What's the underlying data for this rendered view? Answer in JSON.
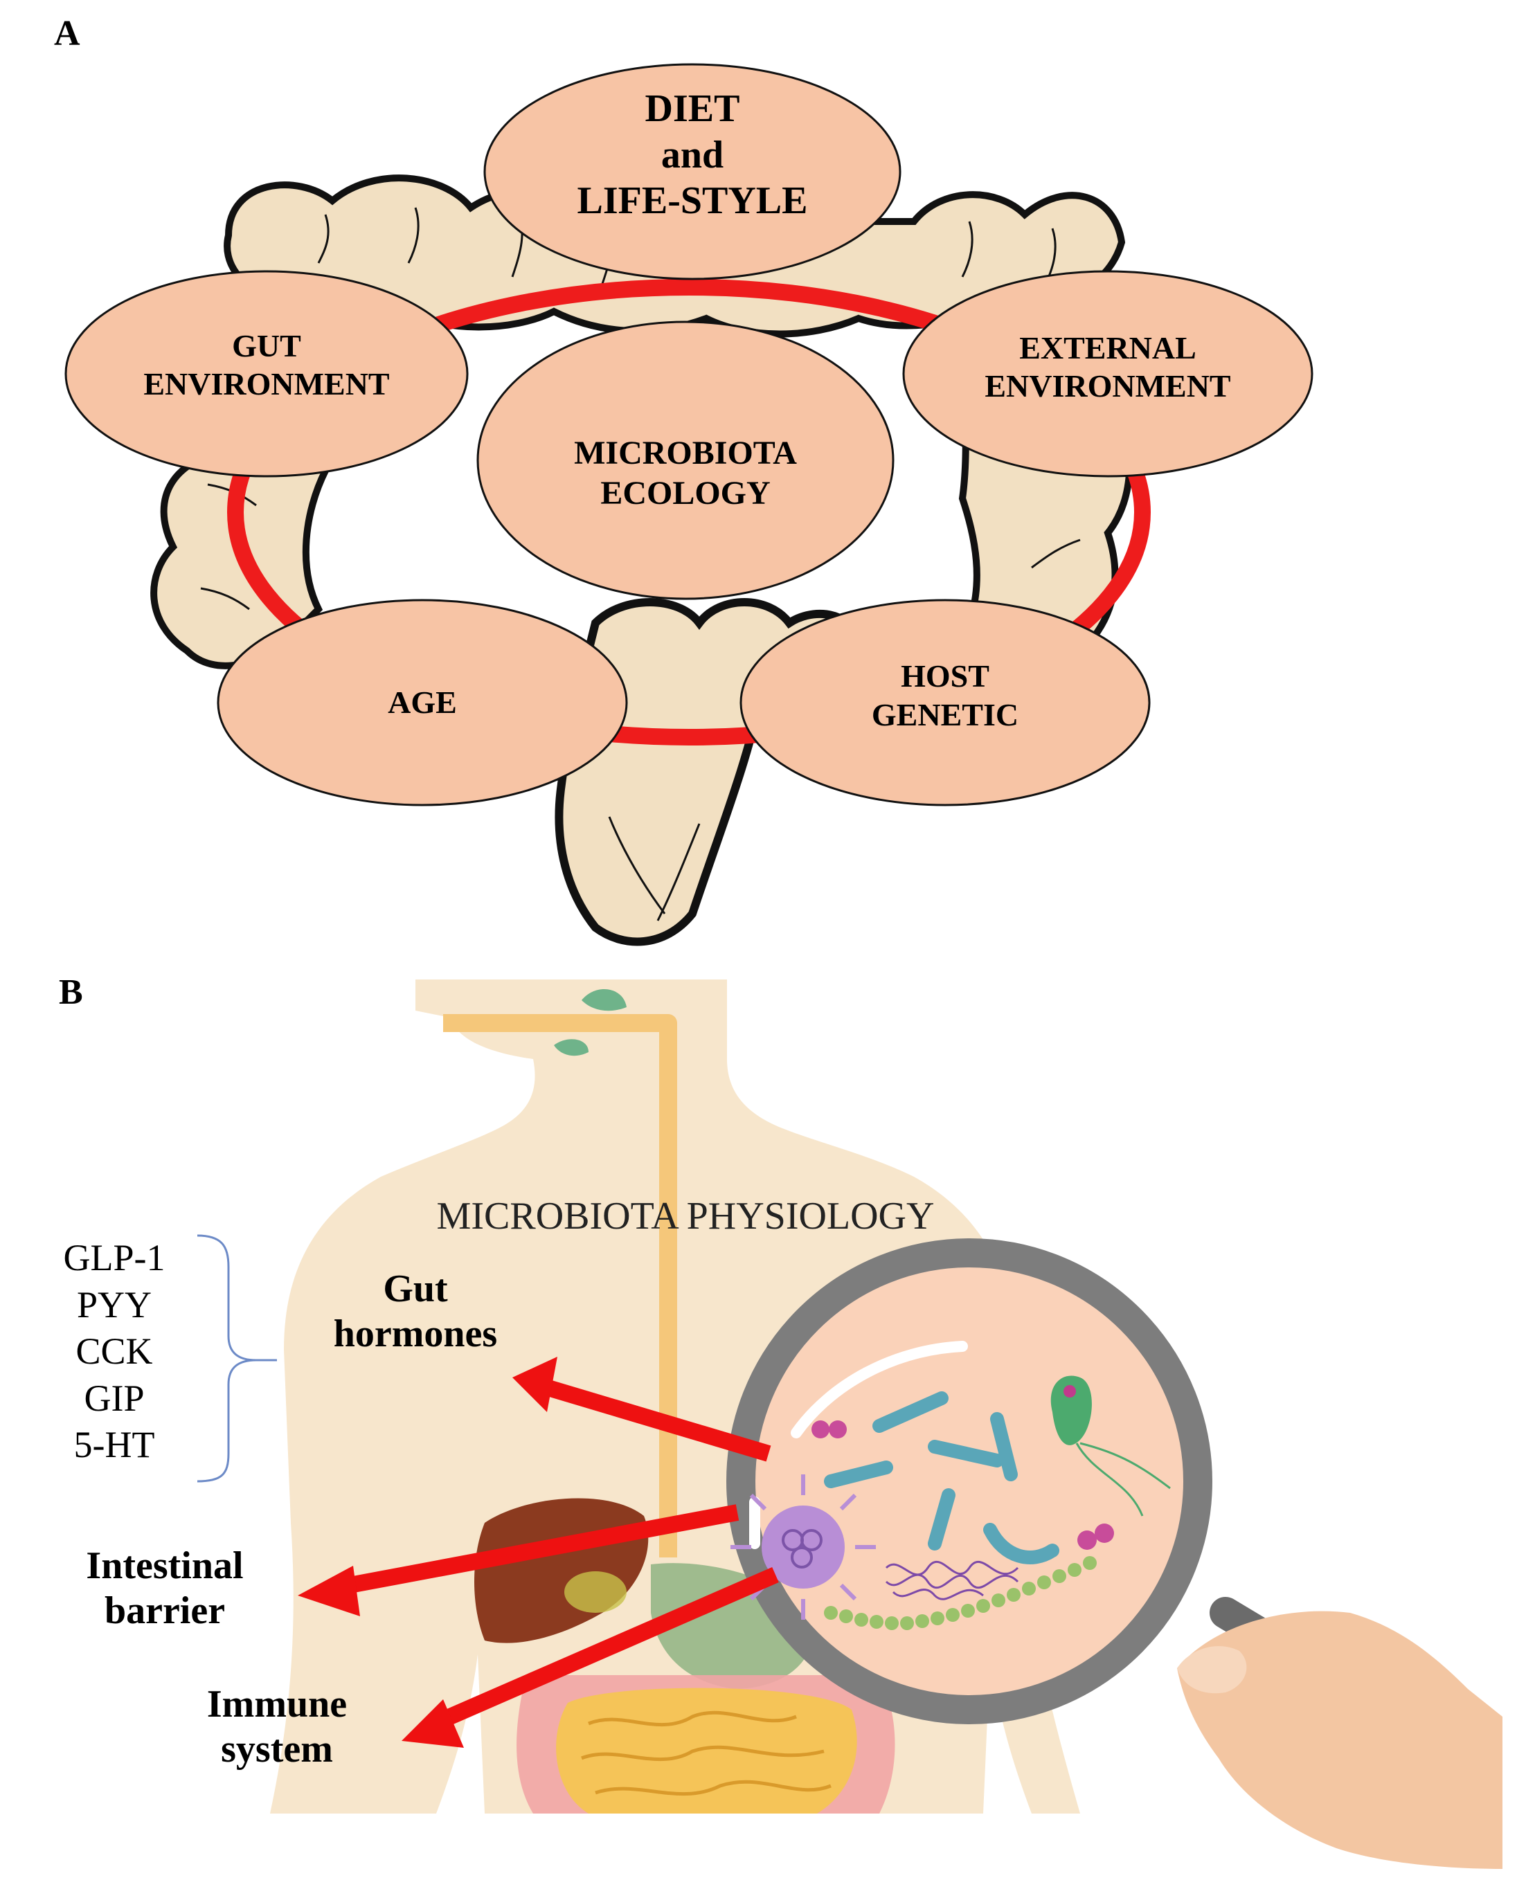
{
  "panel_a": {
    "label": "A",
    "center": [
      "MICROBIOTA",
      "ECOLOGY"
    ],
    "factors": {
      "diet": [
        "DIET",
        "and",
        "LIFE-STYLE"
      ],
      "gut_env": [
        "GUT",
        "ENVIRONMENT"
      ],
      "ext_env": [
        "EXTERNAL",
        "ENVIRONMENT"
      ],
      "age": [
        "AGE"
      ],
      "host": [
        "HOST",
        "GENETIC"
      ]
    }
  },
  "panel_b": {
    "label": "B",
    "title": "MICROBIOTA PHYSIOLOGY",
    "hormones": [
      "GLP-1",
      "PYY",
      "CCK",
      "GIP",
      "5-HT"
    ],
    "labels": {
      "gut_hormones": [
        "Gut",
        "hormones"
      ],
      "barrier": [
        "Intestinal",
        "barrier"
      ],
      "immune": [
        "Immune",
        "system"
      ]
    }
  },
  "colors": {
    "ellipse_fill": "#f7c4a5",
    "ring": "#ee1c1c",
    "colon_fill": "#f2e0c2",
    "body_fill": "#f7e6cc",
    "arrow_red": "#ee1111",
    "esophagus": "#f5c77a",
    "lens_rim": "#7d7d7d",
    "lens_glass": "#fad2b9"
  }
}
